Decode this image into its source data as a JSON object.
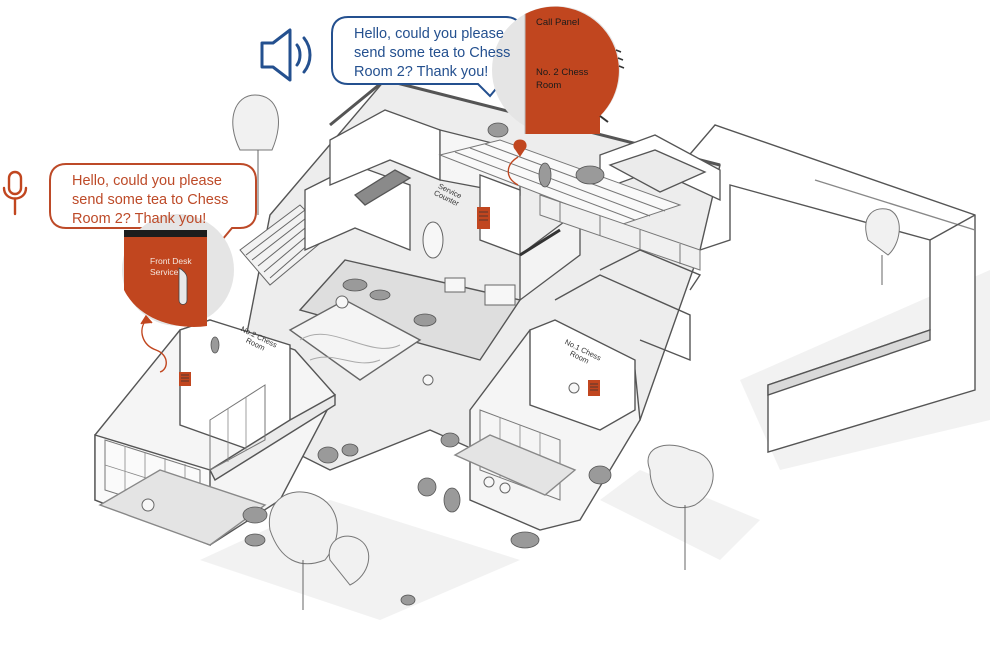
{
  "speech_bubbles": {
    "guest_request": "Hello, could you please send some tea to Chess Room 2? Thank you!",
    "voice_input": "Hello, could you please send some tea to Chess Room 2? Thank you!"
  },
  "call_panel": {
    "title": "Call Panel",
    "room": "No. 2 Chess Room"
  },
  "front_desk_panel": {
    "label": "Front Desk Service"
  },
  "room_labels": {
    "service_counter": "Service Counter",
    "chess_room_2": "No.2 Chess Room",
    "chess_room_1": "No.1 Chess Room"
  },
  "icons": {
    "speaker": "speaker-icon",
    "microphone": "microphone-icon",
    "location": "location-pin-icon"
  },
  "colors": {
    "accent_red": "#c1461f",
    "text_blue": "#24508f",
    "text_red": "#bd4a28",
    "line_gray": "#555555"
  }
}
